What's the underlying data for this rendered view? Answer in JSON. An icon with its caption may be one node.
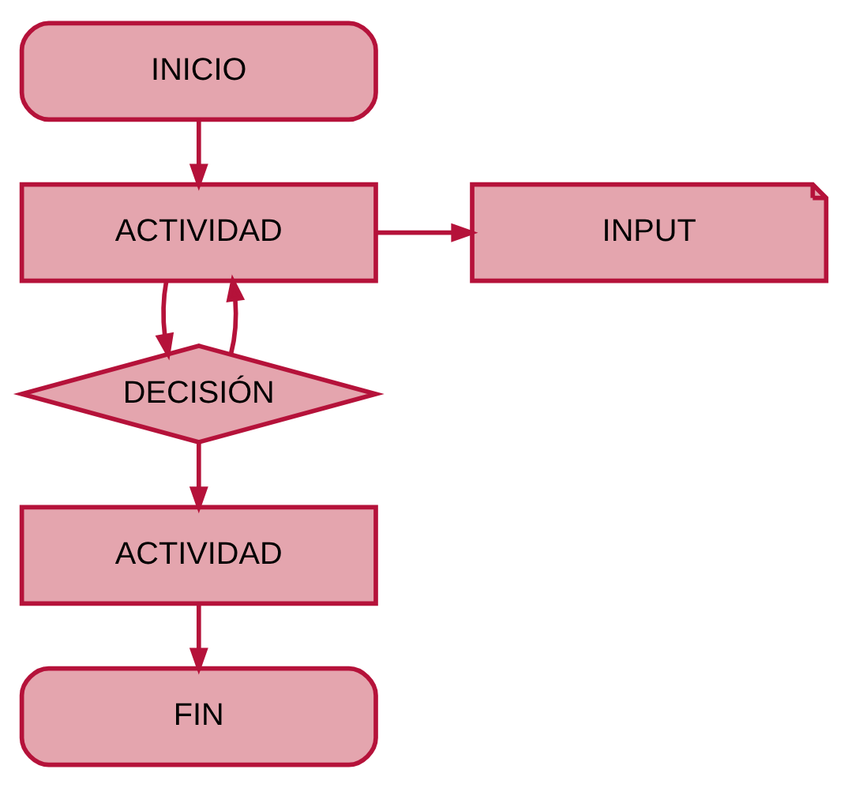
{
  "diagram": {
    "nodes": [
      {
        "text": [
          "INICIO"
        ]
      },
      {
        "text": [
          "ACTIVIDAD"
        ]
      },
      {
        "text": [
          "INPUT"
        ]
      },
      {
        "text": [
          "DECISIÓN"
        ]
      },
      {
        "text": [
          "ACTIVIDAD"
        ]
      },
      {
        "text": [
          "FIN"
        ]
      }
    ],
    "edges": [
      {
        "from": 0,
        "to": 1,
        "arrow": "to"
      },
      {
        "from": 1,
        "to": 2,
        "arrow": "to"
      },
      {
        "from": 1,
        "to": 3,
        "arrow": "to"
      },
      {
        "from": 3,
        "to": 1,
        "arrow": "to"
      },
      {
        "from": 3,
        "to": 4,
        "arrow": "to"
      },
      {
        "from": 4,
        "to": 5,
        "arrow": "to"
      }
    ]
  }
}
